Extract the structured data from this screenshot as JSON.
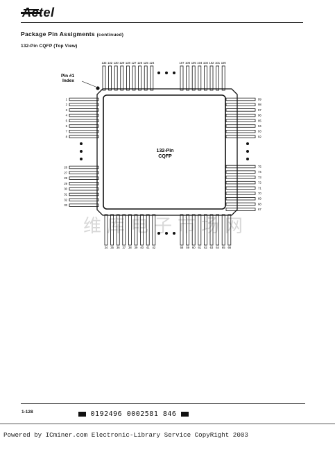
{
  "header": {
    "logo_text": "Actel"
  },
  "page": {
    "title": "Package Pin Assigments",
    "title_suffix": "(continued)",
    "subtitle": "132-Pin CQFP (Top View)",
    "page_number": "1-128",
    "barcode_text": "0192496 0002581 846"
  },
  "diagram": {
    "center_label_1": "132-Pin",
    "center_label_2": "CQFP",
    "pin1_label_1": "Pin #1",
    "pin1_label_2": "Index",
    "top_left_pins": [
      "133",
      "132",
      "130",
      "129",
      "128",
      "127",
      "126",
      "125",
      "124"
    ],
    "top_right_pins": [
      "107",
      "106",
      "105",
      "104",
      "103",
      "102",
      "101",
      "100"
    ],
    "left_top_pins": [
      "1",
      "2",
      "3",
      "4",
      "5",
      "6",
      "7",
      "8"
    ],
    "left_bottom_pins": [
      "26",
      "27",
      "28",
      "29",
      "30",
      "31",
      "32",
      "33"
    ],
    "right_top_pins": [
      "99",
      "98",
      "97",
      "96",
      "95",
      "94",
      "93",
      "92"
    ],
    "right_bottom_pins": [
      "75",
      "74",
      "73",
      "72",
      "71",
      "70",
      "69",
      "68",
      "67"
    ],
    "bottom_left_pins": [
      "34",
      "35",
      "36",
      "37",
      "38",
      "39",
      "40",
      "41",
      "42"
    ],
    "bottom_right_pins": [
      "58",
      "59",
      "60",
      "61",
      "62",
      "63",
      "64",
      "65",
      "66"
    ]
  },
  "footer": {
    "text": "Powered by ICminer.com Electronic-Library Service CopyRight 2003",
    "watermark": "维库电子市场网"
  }
}
